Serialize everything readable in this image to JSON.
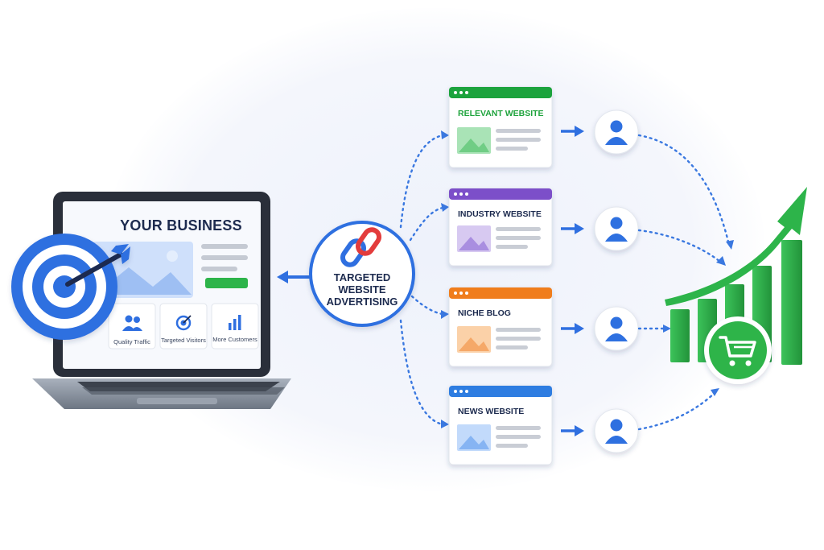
{
  "business": {
    "title": "YOUR BUSINESS",
    "features": [
      {
        "label": "Quality Traffic",
        "icon": "users-icon"
      },
      {
        "label": "Targeted Visitors",
        "icon": "target-icon"
      },
      {
        "label": "More Customers",
        "icon": "bar-chart-icon"
      }
    ]
  },
  "hub": {
    "line1": "TARGETED",
    "line2": "WEBSITE",
    "line3": "ADVERTISING",
    "icon": "chain-link-icon"
  },
  "websites": [
    {
      "title": "RELEVANT WEBSITE",
      "color": "#1fa33d"
    },
    {
      "title": "INDUSTRY WEBSITE",
      "color": "#7b4fc9"
    },
    {
      "title": "NICHE BLOG",
      "color": "#f07d1a"
    },
    {
      "title": "NEWS WEBSITE",
      "color": "#2f7de1"
    }
  ],
  "colors": {
    "primary_blue": "#2f6fe0",
    "dark_navy": "#1d2b4f",
    "growth_green": "#2db44a",
    "dot_blue": "#3a78e0"
  },
  "icons": {
    "target": "bullseye-target-icon",
    "visitor": "user-icon",
    "cart": "shopping-cart-icon",
    "growth": "growth-arrow-icon"
  }
}
